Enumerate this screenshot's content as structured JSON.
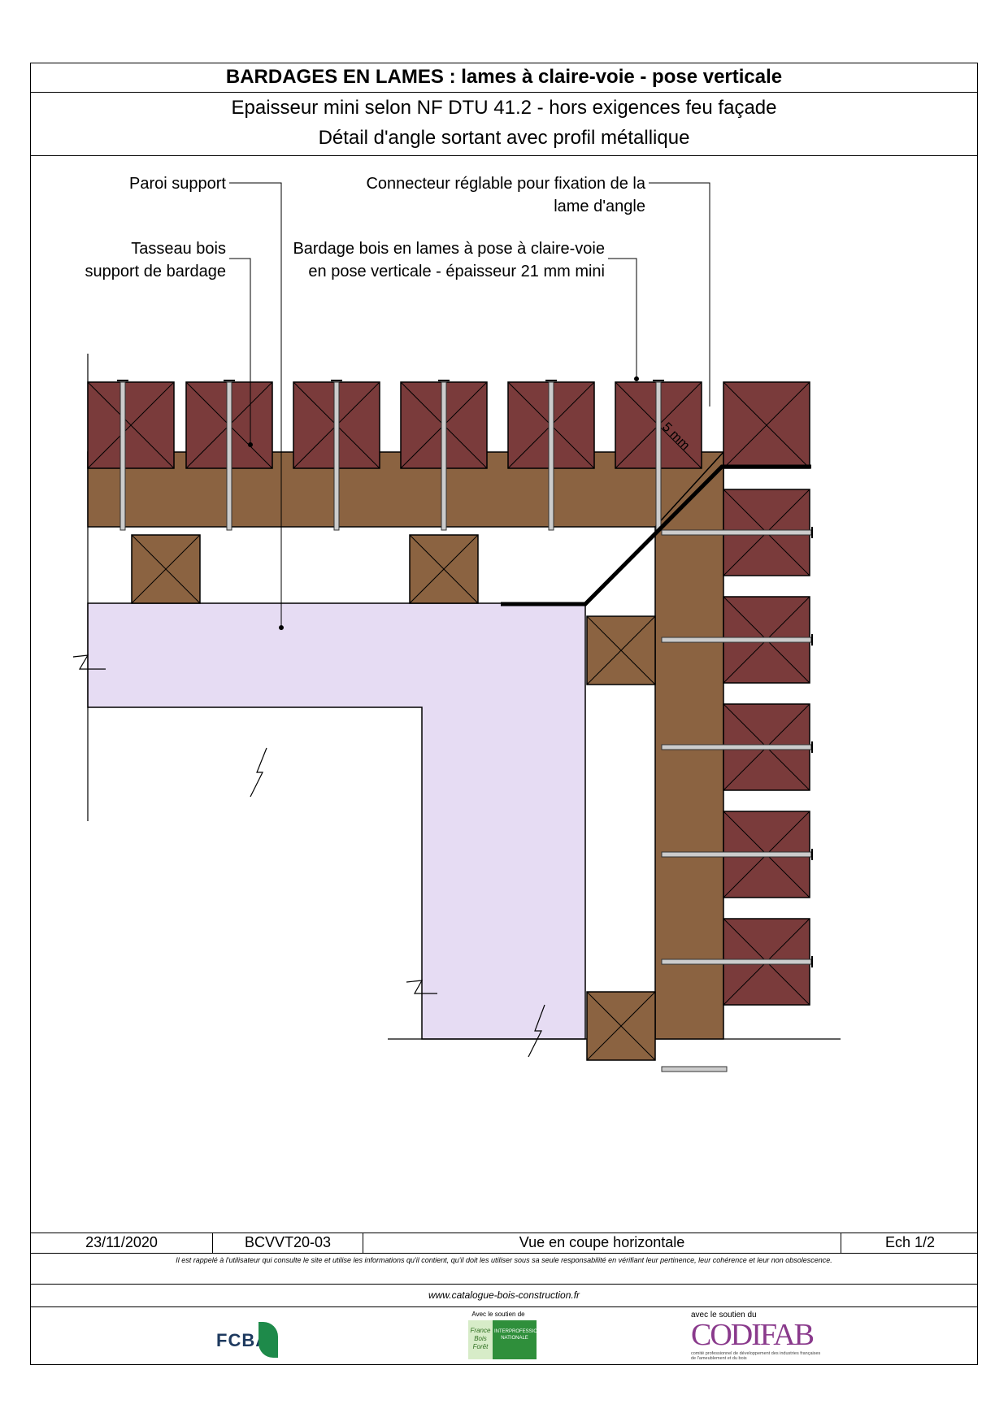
{
  "header": {
    "title_bold": "BARDAGES EN LAMES :",
    "title_rest": "lames à claire-voie - pose verticale",
    "subtitle_line1": "Epaisseur mini selon NF DTU 41.2 - hors exigences feu façade",
    "subtitle_line2": "Détail d'angle sortant avec profil métallique"
  },
  "labels": {
    "paroi_support": "Paroi support",
    "tasseau_line1": "Tasseau bois",
    "tasseau_line2": "support de bardage",
    "connecteur_line1": "Connecteur réglable pour fixation de la",
    "connecteur_line2": "lame d'angle",
    "bardage_line1": "Bardage bois en lames à pose à claire-voie",
    "bardage_line2": "en pose verticale - épaisseur 21 mm mini",
    "dimension": "5 mm"
  },
  "colors": {
    "lame": "#7a3b3b",
    "tasseau": "#8b6341",
    "paroi": "#e6dcf3",
    "metal": "#000000"
  },
  "footer": {
    "date": "23/11/2020",
    "reference": "BCVVT20-03",
    "view": "Vue en coupe horizontale",
    "scale": "Ech 1/2",
    "disclaimer": "Il est rappelé à l'utilisateur qui consulte le site et utilise les informations qu'il contient, qu'il doit les utiliser sous sa seule responsabilité en vérifiant leur pertinence, leur cohérence et leur non obsolescence.",
    "website": "www.catalogue-bois-construction.fr"
  },
  "logos": {
    "fcba": "FCBA",
    "fbf_soutien": "Avec le soutien de",
    "fbf_name": "France Bois Forêt",
    "fbf_sub": "INTERPROFESSION NATIONALE",
    "codifab_soutien": "avec le soutien du",
    "codifab": "CODIFAB",
    "codifab_sub": "comité professionnel de développement des industries françaises de l'ameublement et du bois"
  }
}
